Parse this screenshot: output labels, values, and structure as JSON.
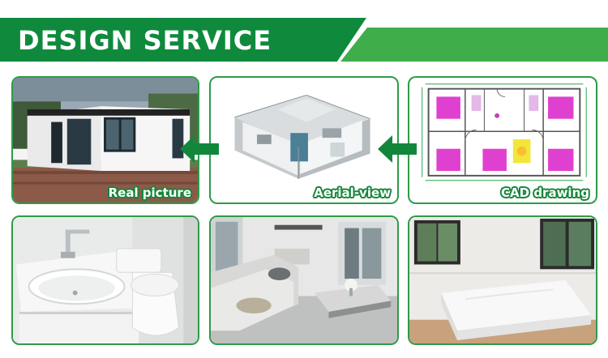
{
  "header": {
    "title": "DESIGN SERVICE",
    "dark_color": "#0f8a3d",
    "light_color": "#3fae4a"
  },
  "top_row": [
    {
      "caption": "Real picture",
      "subject": "expandable container house exterior"
    },
    {
      "caption": "Aerial-view",
      "subject": "3D cutaway floor plan model"
    },
    {
      "caption": "CAD drawing",
      "subject": "architectural floor plan with pink beds"
    }
  ],
  "bottom_row": [
    {
      "subject": "bathroom sink and toilet"
    },
    {
      "subject": "living room with sofa and coffee table"
    },
    {
      "subject": "bedroom with bed and windows"
    }
  ],
  "arrows": [
    {
      "icon": "arrow-left-icon",
      "color": "#12873c"
    },
    {
      "icon": "arrow-left-icon",
      "color": "#12873c"
    }
  ],
  "accent_color": "#2e9b48"
}
